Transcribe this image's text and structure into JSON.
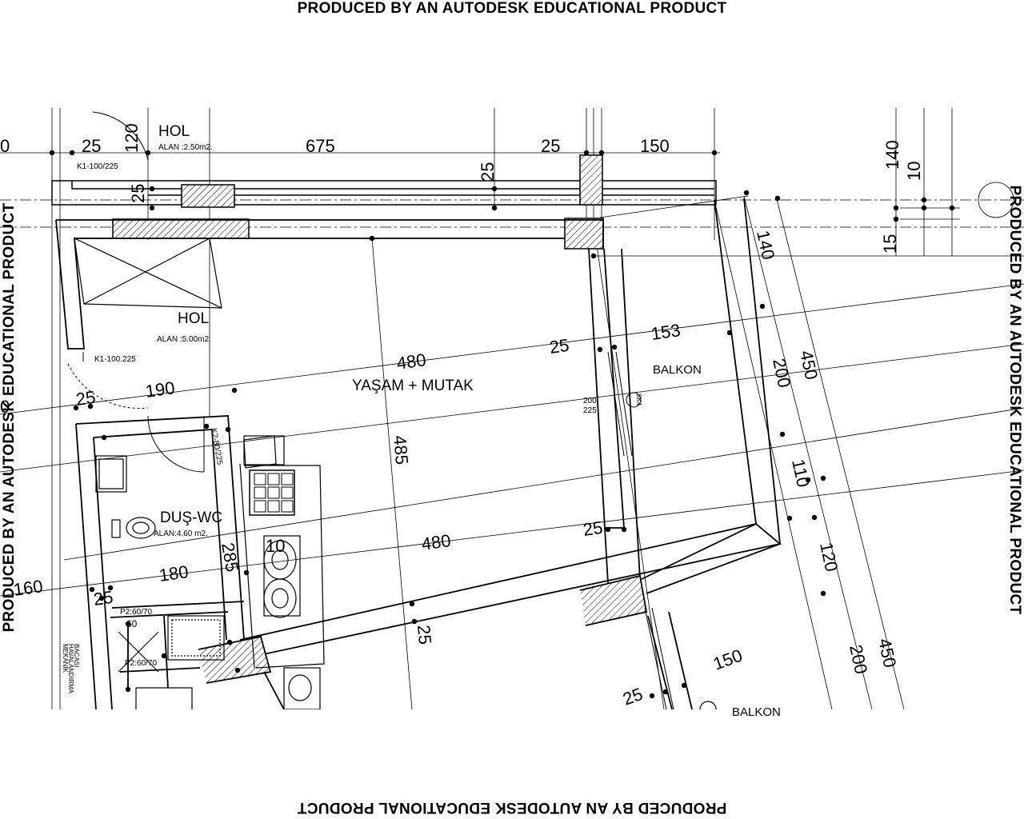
{
  "watermark": {
    "text": "PRODUCED BY AN AUTODESK EDUCATIONAL PRODUCT"
  },
  "rooms": {
    "hol_top": {
      "name": "HOL",
      "area": "ALAN :2.50m2."
    },
    "hol": {
      "name": "HOL",
      "area": "ALAN :5.00m2."
    },
    "yasam": {
      "name": "YAŞAM + MUTAK"
    },
    "balkon": {
      "name": "BALKON"
    },
    "balkon_lower": {
      "name": "BALKON"
    },
    "dus_wc": {
      "name": "DUŞ-WC",
      "area": "ALAN:4.60 m2."
    }
  },
  "door_tags": {
    "k1_top": "K1-100/225",
    "k1_hol": "K1-100.225",
    "k2": "K2-80/225",
    "p2_a": "P2:60/70",
    "p2_b": "P2:60/70",
    "sk4": "SK4",
    "sk4_w": "200",
    "sk4_h": "225",
    "p2_60": "60"
  },
  "shaft_note": [
    "BACASI",
    "HAVALANDIRMA",
    "MEKANİK"
  ],
  "dimensions": {
    "d_top_25a": "25",
    "d_top_120": "120",
    "d_top_675": "675",
    "d_top_25b": "25",
    "d_top_150": "150",
    "d_top_25v": "25",
    "d_top_0": "0",
    "d_right_140": "140",
    "d_right_10": "10",
    "d_right_15": "15",
    "d_bal_140": "140",
    "d_bal_153": "153",
    "d_bal_450": "450",
    "d_bal_200": "200",
    "d_bal_110": "110",
    "d_bal_120": "120",
    "d_480_top": "480",
    "d_25_mid": "25",
    "d_485": "485",
    "d_480_bot": "480",
    "d_25_bot": "25",
    "d_25_left": "25",
    "d_190": "190",
    "d_0_left": "0",
    "d_285": "285",
    "d_10": "10",
    "d_180": "180",
    "d_160": "160",
    "d_25_wc": "25",
    "d_25_lower": "25",
    "d_150_lower": "150",
    "d_200_lower": "200",
    "d_450_lower": "450",
    "d_25_lower_b": "25",
    "d_25v_left": "25"
  }
}
